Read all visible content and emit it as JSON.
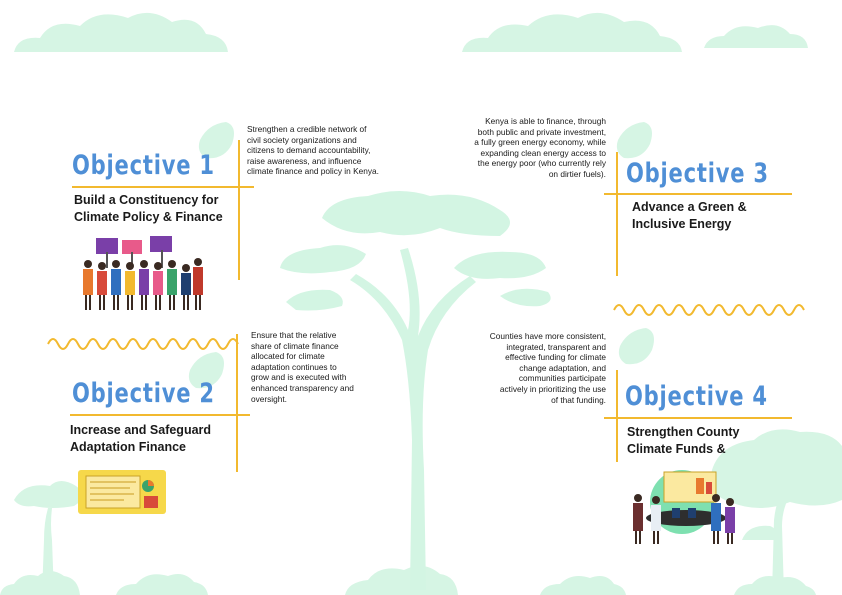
{
  "colors": {
    "accent_blue": "#4f8fd6",
    "accent_yellow": "#f2b92f",
    "tree_green": "#d3f5e3",
    "cloud_green": "#d6f5e4",
    "text": "#1a1a1a"
  },
  "objectives": [
    {
      "title": "Objective  1",
      "subtitle": "Build a Constituency for\nClimate Policy & Finance",
      "description": "Strengthen a credible network of\ncivil society organizations and\ncitizens to demand accountability,\nraise awareness, and influence\nclimate finance and policy in Kenya.",
      "illustration": "protest-crowd-illustration"
    },
    {
      "title": "Objective  2",
      "subtitle": "Increase and Safeguard\nAdaptation Finance",
      "description": "Ensure that the relative\nshare of climate finance\nallocated for climate\nadaptation continues to\ngrow and is executed with\nenhanced transparency and\noversight.",
      "illustration": "presentation-board-illustration"
    },
    {
      "title": "Objective  3",
      "subtitle": "Advance a Green &\nInclusive Energy",
      "description": "Kenya is able to finance, through\nboth public and private investment,\na fully green energy economy, while\nexpanding clean energy access to\nthe energy poor (who currently rely\non dirtier fuels).",
      "illustration": ""
    },
    {
      "title": "Objective  4",
      "subtitle": "Strengthen County\nClimate Funds &",
      "description": "Counties have more consistent,\nintegrated, transparent and\neffective funding for climate\nchange adaptation, and\ncommunities participate\nactively in prioritizing the use\nof that funding.",
      "illustration": "meeting-table-illustration"
    }
  ],
  "decor": {
    "tree_icon": "acacia-tree-icon",
    "cloud_icon": "cloud-icon",
    "leaf_icon": "leaf-icon",
    "wave_icon": "zigzag-wave-icon"
  }
}
